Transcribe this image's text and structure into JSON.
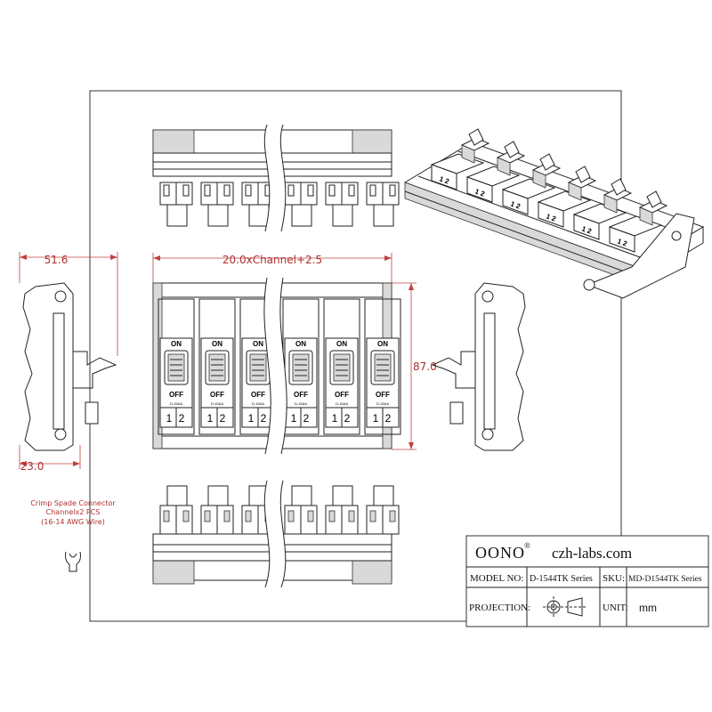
{
  "dimensions": {
    "width_top": "20.0xChannel+2.5",
    "depth": "51.6",
    "height": "87.0",
    "side_bottom": "23.0"
  },
  "switch": {
    "on_label": "ON",
    "off_label": "OFF",
    "model_small": "D-15AA",
    "terminals": "1 2"
  },
  "channels": 6,
  "connector_note": {
    "line1": "Crimp Spade Connector",
    "line2": "Channelx2 PCS",
    "line3": "(16-14 AWG Wire)"
  },
  "iso_labels": [
    "1 2",
    "1 2",
    "1 2",
    "1 2",
    "1 2",
    "1 2"
  ],
  "title_block": {
    "brand": "OONO",
    "brand_mark": "®",
    "website": "czh-labs.com",
    "model_label": "MODEL NO:",
    "model_value": "D-1544TK Series",
    "sku_label": "SKU:",
    "sku_value": "MD-D1544TK Series",
    "projection_label": "PROJECTION:",
    "unit_label": "UNIT:",
    "unit_value": "mm"
  },
  "colors": {
    "line": "#222222",
    "dimension": "#b03030",
    "fill_grey": "#d9d9d9"
  }
}
